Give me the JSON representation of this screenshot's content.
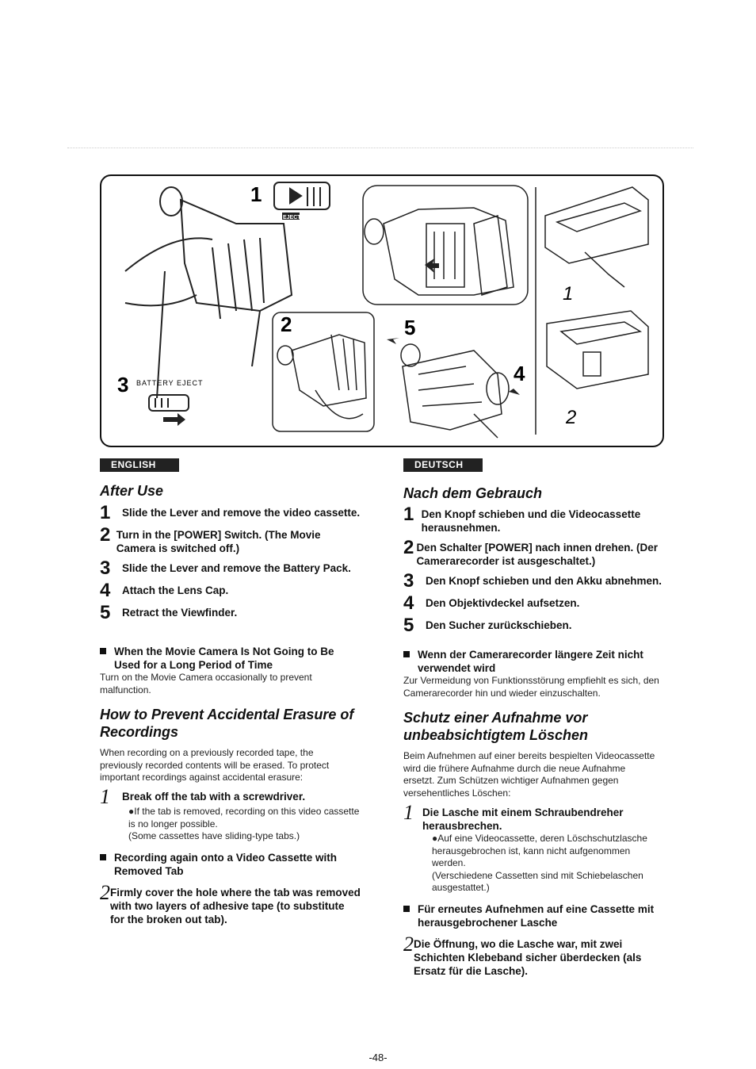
{
  "figure": {
    "callouts": [
      "1",
      "2",
      "3",
      "4",
      "5"
    ],
    "eject_label": "EJECT",
    "battery_eject_label": "BATTERY EJECT",
    "tab_callouts": [
      "1",
      "2"
    ]
  },
  "english": {
    "tag": "ENGLISH",
    "title": "After Use",
    "steps": [
      {
        "n": "1",
        "text": "Slide the Lever and remove the video cassette."
      },
      {
        "n": "2",
        "text": "Turn in the [POWER] Switch. (The Movie Camera is switched off.)"
      },
      {
        "n": "3",
        "text": "Slide the Lever and remove the Battery Pack."
      },
      {
        "n": "4",
        "text": "Attach the Lens Cap."
      },
      {
        "n": "5",
        "text": "Retract the Viewfinder."
      }
    ],
    "note_head": "When the Movie Camera Is Not Going to Be Used for a Long Period of Time",
    "note_text": "Turn on the Movie Camera occasionally to prevent malfunction.",
    "title2": "How to Prevent Accidental Erasure of Recordings",
    "intro": "When recording on a previously recorded tape, the previously recorded contents will be erased. To protect important recordings against accidental erasure:",
    "step1": {
      "n": "1",
      "text": "Break off the tab with a screwdriver."
    },
    "step1_note1": "●If the tab is removed, recording on this video cassette is no longer possible.",
    "step1_note2": "(Some cassettes have sliding-type tabs.)",
    "bullet2": "Recording again onto a Video Cassette with Removed Tab",
    "step2": {
      "n": "2",
      "text": "Firmly cover the hole where the tab was removed with two layers of adhesive tape (to substitute for the broken out tab)."
    }
  },
  "deutsch": {
    "tag": "DEUTSCH",
    "title": "Nach dem Gebrauch",
    "steps": [
      {
        "n": "1",
        "text": "Den Knopf schieben und die Videocassette herausnehmen."
      },
      {
        "n": "2",
        "text": "Den Schalter [POWER] nach innen drehen. (Der Camerarecorder ist ausgeschaltet.)"
      },
      {
        "n": "3",
        "text": "Den Knopf schieben und den Akku abnehmen."
      },
      {
        "n": "4",
        "text": "Den Objektivdeckel aufsetzen."
      },
      {
        "n": "5",
        "text": "Den Sucher zurückschieben."
      }
    ],
    "note_head": "Wenn der Camerarecorder längere Zeit nicht verwendet wird",
    "note_text": "Zur Vermeidung von Funktionsstörung empfiehlt es sich, den Camerarecorder hin und wieder einzuschalten.",
    "title2": "Schutz einer Aufnahme vor unbeabsichtigtem Löschen",
    "intro": "Beim Aufnehmen auf einer bereits bespielten Videocassette wird die frühere Aufnahme durch die neue Aufnahme ersetzt. Zum Schützen wichtiger Aufnahmen gegen versehentliches Löschen:",
    "step1": {
      "n": "1",
      "text": "Die Lasche mit einem Schraubendreher herausbrechen."
    },
    "step1_note1": "●Auf eine Videocassette, deren Löschschutzlasche herausgebrochen ist, kann nicht aufgenommen werden.",
    "step1_note2": "(Verschiedene Cassetten sind mit Schiebelaschen ausgestattet.)",
    "bullet2": "Für erneutes Aufnehmen auf eine Cassette mit herausgebrochener Lasche",
    "step2": {
      "n": "2",
      "text": "Die Öffnung, wo die Lasche war, mit zwei Schichten Klebeband sicher überdecken (als Ersatz für die Lasche)."
    }
  },
  "page_number": "-48-"
}
